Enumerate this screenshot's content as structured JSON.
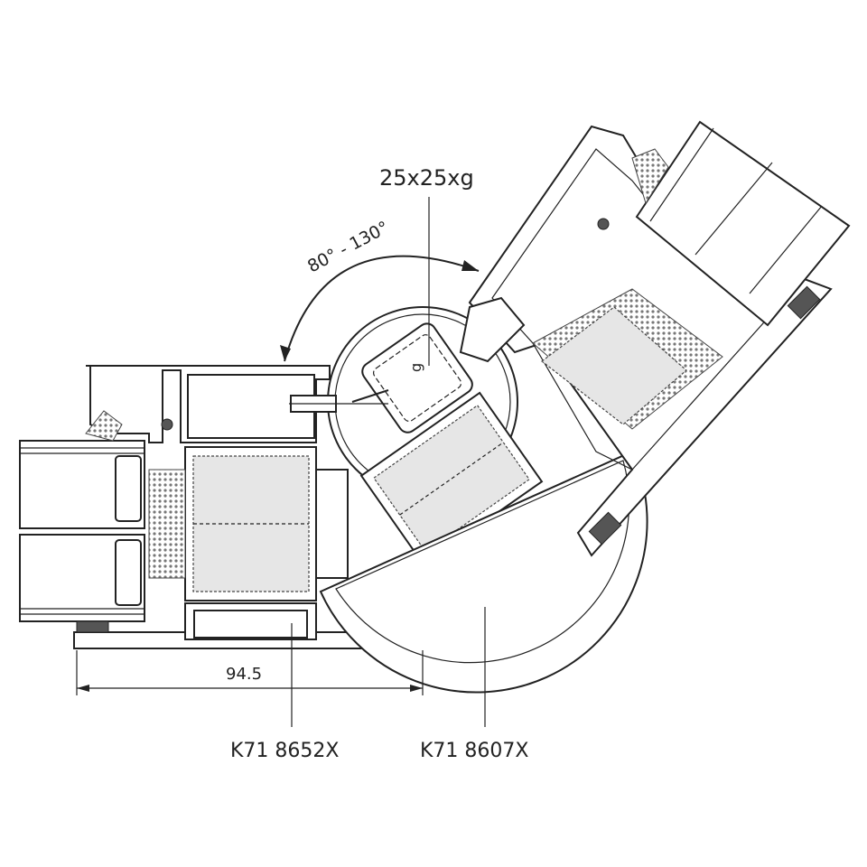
{
  "labels": {
    "tube_size": "25x25xg",
    "angle_range": "80° - 130°",
    "wall_thickness": "g",
    "dimension": "94.5",
    "profile_left": "K71 8652X",
    "profile_right": "K71 8607X"
  },
  "colors": {
    "line": "#222222",
    "background": "#ffffff"
  }
}
